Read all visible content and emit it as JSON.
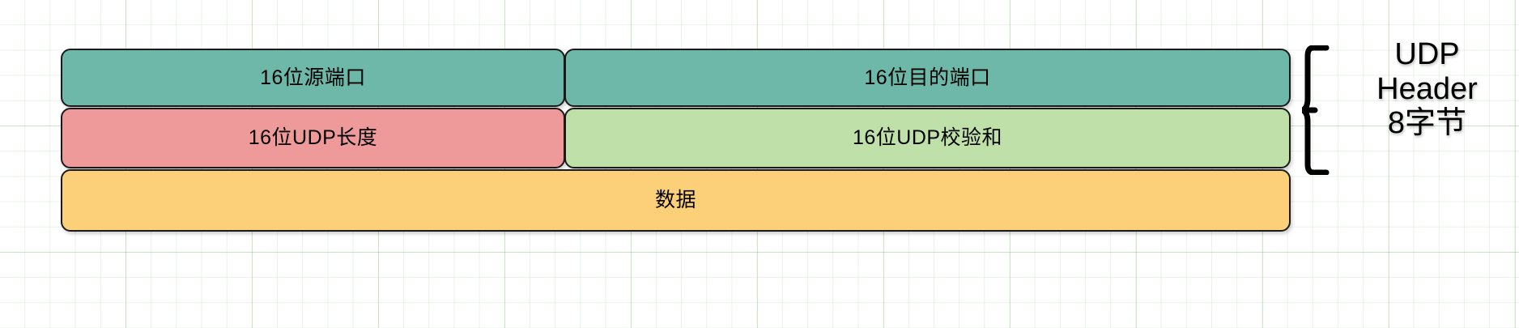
{
  "diagram": {
    "title": "UDP Header Structure",
    "background": {
      "style": "graph-paper-grid",
      "grid_color": "#d8ecd8",
      "page_color": "#ffffff"
    },
    "rows": [
      {
        "name": "header-row-1",
        "fields": [
          {
            "name": "source-port",
            "label": "16位源端口",
            "color": "#6db8a8",
            "bits": 16
          },
          {
            "name": "destination-port",
            "label": "16位目的端口",
            "color": "#6db8a8",
            "bits": 16
          }
        ]
      },
      {
        "name": "header-row-2",
        "fields": [
          {
            "name": "udp-length",
            "label": "16位UDP长度",
            "color": "#ef9a9a",
            "bits": 16
          },
          {
            "name": "udp-checksum",
            "label": "16位UDP校验和",
            "color": "#bfe0a8",
            "bits": 16
          }
        ]
      },
      {
        "name": "payload-row",
        "fields": [
          {
            "name": "data-payload",
            "label": "数据",
            "color": "#fbd079"
          }
        ]
      }
    ],
    "annotation": {
      "name": "udp-header-brace",
      "line1": "UDP",
      "line2": "Header",
      "line3": "8字节",
      "brace_color": "#000000"
    }
  }
}
